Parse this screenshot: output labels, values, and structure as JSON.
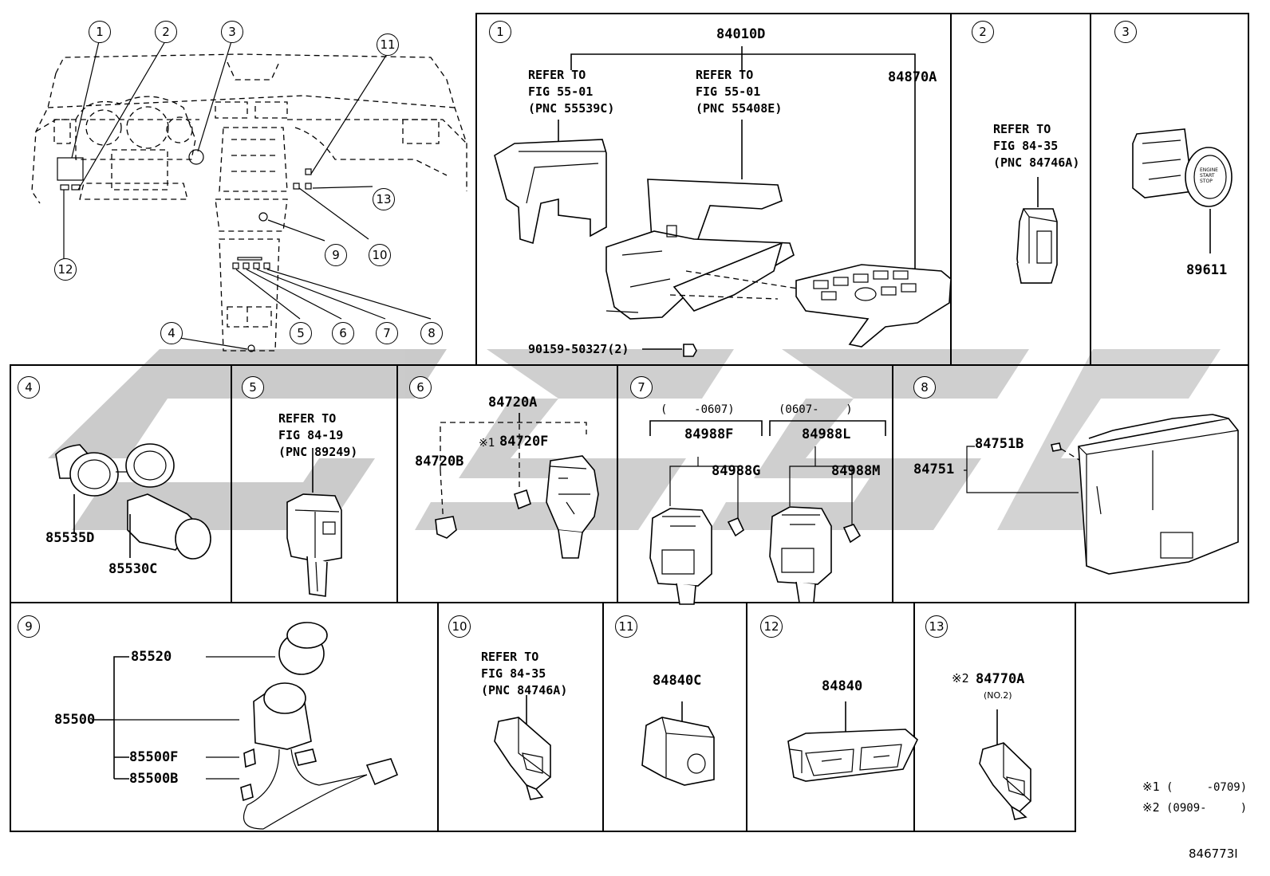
{
  "diagram_id": "846773I",
  "overview": {
    "callouts": [
      "1",
      "2",
      "3",
      "11",
      "13",
      "10",
      "9",
      "12",
      "4",
      "5",
      "6",
      "7",
      "8"
    ]
  },
  "panels": {
    "p1": {
      "num": "1",
      "assembly": "84010D",
      "ref_left": "REFER TO\nFIG 55-01\n(PNC 55539C)",
      "ref_mid": "REFER TO\nFIG 55-01\n(PNC 55408E)",
      "part_right": "84870A",
      "screw": "90159-50327(2)"
    },
    "p2": {
      "num": "2",
      "ref": "REFER TO\nFIG 84-35\n(PNC 84746A)"
    },
    "p3": {
      "num": "3",
      "part": "89611",
      "button_text": "ENGINE\nSTART\nSTOP"
    },
    "p4": {
      "num": "4",
      "part_a": "85535D",
      "part_b": "85530C"
    },
    "p5": {
      "num": "5",
      "ref": "REFER TO\nFIG 84-19\n(PNC 89249)"
    },
    "p6": {
      "num": "6",
      "part_a": "84720A",
      "part_b": "84720B",
      "part_c": "84720F",
      "note_mark": "※1"
    },
    "p7": {
      "num": "7",
      "range_a": "(    -0607)",
      "range_b": "(0607-    )",
      "part_a": "84988F",
      "part_b": "84988G",
      "part_c": "84988L",
      "part_d": "84988M"
    },
    "p8": {
      "num": "8",
      "part_a": "84751B",
      "part_b": "84751"
    },
    "p9": {
      "num": "9",
      "part_a": "85520",
      "part_b": "85500",
      "part_c": "85500F",
      "part_d": "85500B"
    },
    "p10": {
      "num": "10",
      "ref": "REFER TO\nFIG 84-35\n(PNC 84746A)"
    },
    "p11": {
      "num": "11",
      "part": "84840C"
    },
    "p12": {
      "num": "12",
      "part": "84840"
    },
    "p13": {
      "num": "13",
      "part": "84770A",
      "note_mark": "※2",
      "sub": "(NO.2)"
    }
  },
  "notes": {
    "n1_mark": "※1",
    "n1_range": "(     -0709)",
    "n2_mark": "※2",
    "n2_range": "(0909-     )"
  },
  "colors": {
    "line": "#000000",
    "watermark": "#c8c8c8"
  }
}
